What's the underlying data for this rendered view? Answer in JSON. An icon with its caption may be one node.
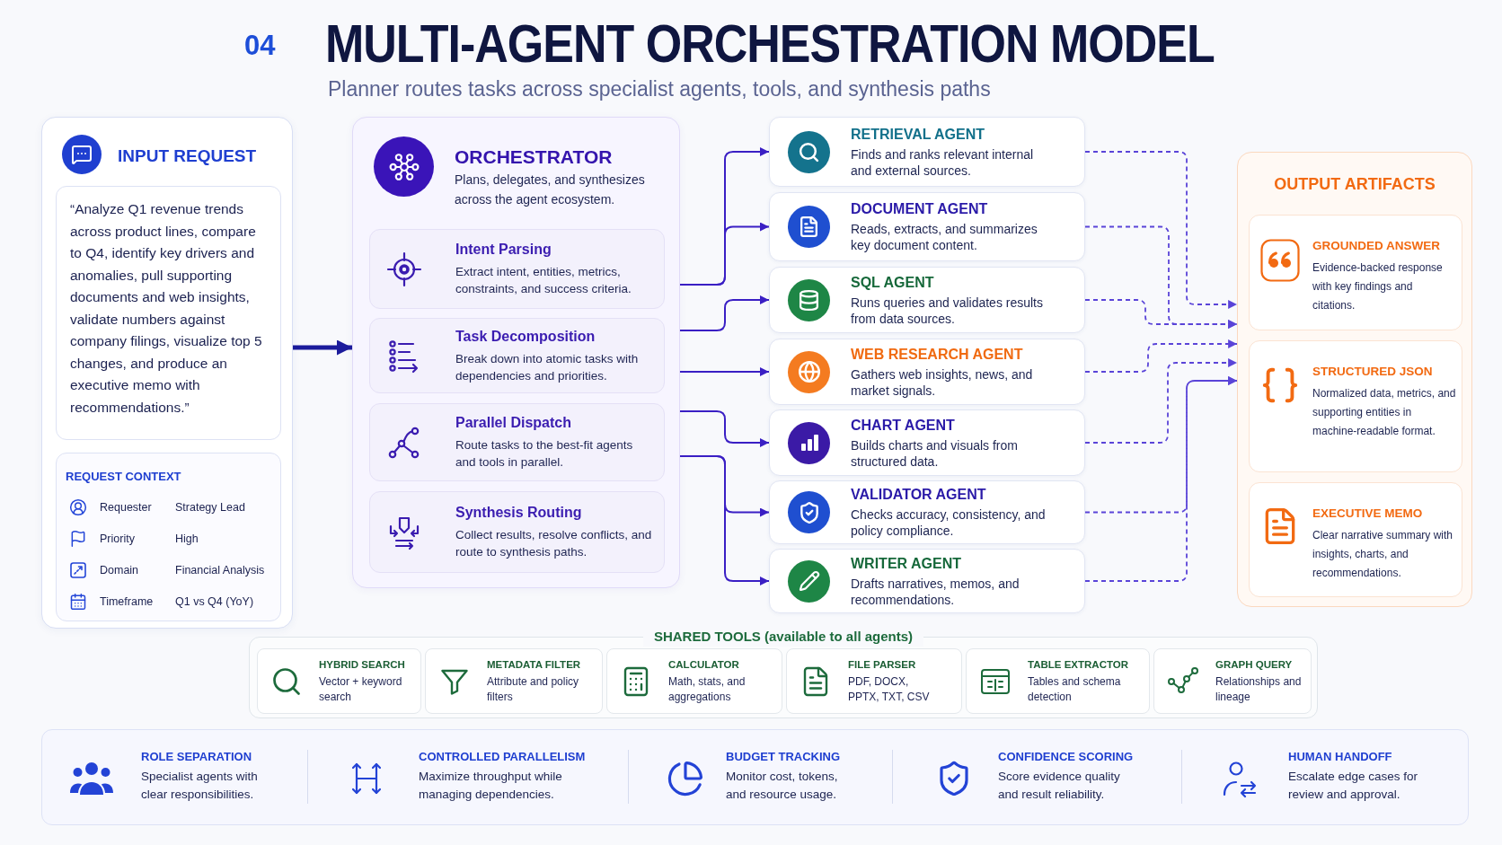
{
  "diagram": {
    "title": "MULTI-AGENT ORCHESTRATION MODEL",
    "nodes": [
      {
        "text": [
          "INPUT REQUEST"
        ]
      },
      {
        "text": [
          "“Analyze Q1 revenue trends across product lines, compare to Q4, identify key drivers and anomalies, pull supporting documents and web insights, validate numbers against company filings, visualize top 5 changes, and produce an executive memo with recommendations.”"
        ],
        "in": 0
      },
      {
        "text": [
          "REQUEST CONTEXT",
          "Requester",
          "Strategy Lead",
          "Priority",
          "High",
          "Domain",
          "Financial Analysis",
          "Timeframe",
          "Q1 vs Q4 (YoY)"
        ],
        "in": 0
      },
      {
        "text": [
          "ORCHESTRATOR",
          "Plans, delegates, and synthesizes across the agent ecosystem."
        ]
      },
      {
        "text": [
          "Intent Parsing",
          "Extract intent, entities, metrics, constraints, and success criteria."
        ],
        "in": 3
      },
      {
        "text": [
          "Task Decomposition",
          "Break down into atomic tasks with dependencies and priorities."
        ],
        "in": 3
      },
      {
        "text": [
          "Parallel Dispatch",
          "Route tasks to the best-fit agents and tools in parallel."
        ],
        "in": 3
      },
      {
        "text": [
          "Synthesis Routing",
          "Collect results, resolve conflicts, and route to synthesis paths."
        ],
        "in": 3
      },
      {
        "text": [
          "RETRIEVAL AGENT",
          "Finds and ranks relevant internal and external sources."
        ]
      },
      {
        "text": [
          "DOCUMENT AGENT",
          "Reads, extracts, and summarizes key document content."
        ]
      },
      {
        "text": [
          "SQL AGENT",
          "Runs queries and validates results from data sources."
        ]
      },
      {
        "text": [
          "WEB RESEARCH AGENT",
          "Gathers web insights, news, and market signals."
        ]
      },
      {
        "text": [
          "CHART AGENT",
          "Builds charts and visuals from structured data."
        ]
      },
      {
        "text": [
          "VALIDATOR AGENT",
          "Checks accuracy, consistency, and policy compliance."
        ]
      },
      {
        "text": [
          "WRITER AGENT",
          "Drafts narratives, memos, and recommendations."
        ]
      },
      {
        "text": [
          "OUTPUT ARTIFACTS"
        ]
      },
      {
        "text": [
          "GROUNDED ANSWER",
          "Evidence-backed response with key findings and citations."
        ],
        "in": 15
      },
      {
        "text": [
          "STRUCTURED JSON",
          "Normalized data, metrics, and supporting entities in machine-readable format."
        ],
        "in": 15
      },
      {
        "text": [
          "EXECUTIVE MEMO",
          "Clear narrative summary with insights, charts, and recommendations."
        ],
        "in": 15
      },
      {
        "text": [
          "SHARED TOOLS (available to all agents)"
        ]
      },
      {
        "text": [
          "HYBRID SEARCH",
          "Vector + keyword search"
        ],
        "in": 19
      },
      {
        "text": [
          "METADATA FILTER",
          "Attribute and policy filters"
        ],
        "in": 19
      },
      {
        "text": [
          "CALCULATOR",
          "Math, stats, and aggregations"
        ],
        "in": 19
      },
      {
        "text": [
          "FILE PARSER",
          "PDF, DOCX, PPTX, TXT, CSV"
        ],
        "in": 19
      },
      {
        "text": [
          "TABLE EXTRACTOR",
          "Tables and schema detection"
        ],
        "in": 19
      },
      {
        "text": [
          "GRAPH QUERY",
          "Relationships and lineage"
        ],
        "in": 19
      }
    ],
    "edges": [
      {
        "from": 0,
        "to": 3,
        "arrow": "to",
        "style": "thick"
      },
      {
        "from": 3,
        "to": 8,
        "arrow": "to"
      },
      {
        "from": 3,
        "to": 9,
        "arrow": "to"
      },
      {
        "from": 3,
        "to": 10,
        "arrow": "to"
      },
      {
        "from": 3,
        "to": 11,
        "arrow": "to"
      },
      {
        "from": 3,
        "to": 12,
        "arrow": "to"
      },
      {
        "from": 3,
        "to": 13,
        "arrow": "to"
      },
      {
        "from": 3,
        "to": 14,
        "arrow": "to"
      },
      {
        "from": 8,
        "to": 15,
        "arrow": "to",
        "style": "dashed"
      },
      {
        "from": 9,
        "to": 15,
        "arrow": "to",
        "style": "dashed"
      },
      {
        "from": 10,
        "to": 15,
        "arrow": "to",
        "style": "dashed"
      },
      {
        "from": 11,
        "to": 15,
        "arrow": "to",
        "style": "dashed"
      },
      {
        "from": 12,
        "to": 15,
        "arrow": "to",
        "style": "dashed"
      },
      {
        "from": 13,
        "to": 15,
        "arrow": "to",
        "style": "dashed"
      },
      {
        "from": 14,
        "to": 15,
        "arrow": "to",
        "style": "dashed"
      }
    ],
    "labels": [
      "04",
      "Planner routes tasks across specialist agents, tools, and synthesis paths",
      "ROLE SEPARATION",
      "Specialist agents with clear responsibilities.",
      "CONTROLLED PARALLELISM",
      "Maximize throughput while managing dependencies.",
      "BUDGET TRACKING",
      "Monitor cost, tokens, and resource usage.",
      "CONFIDENCE SCORING",
      "Score evidence quality and result reliability.",
      "HUMAN HANDOFF",
      "Escalate edge cases for review and approval."
    ]
  }
}
